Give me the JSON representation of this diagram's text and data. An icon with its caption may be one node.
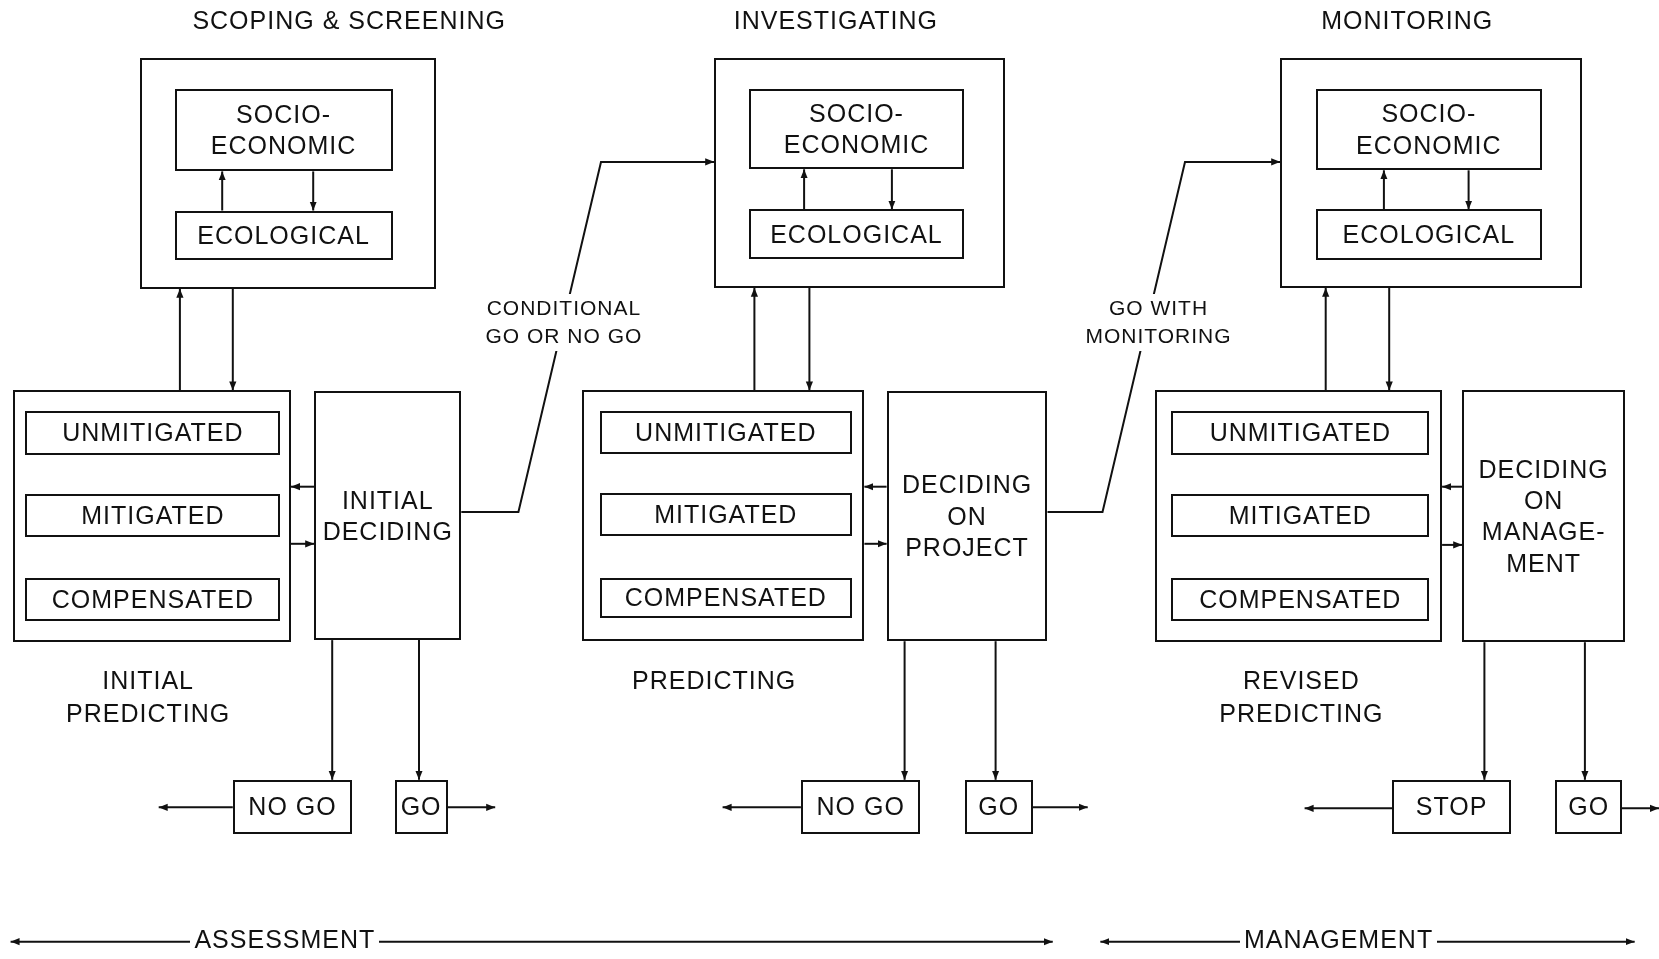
{
  "diagram": {
    "nodes": [
      {
        "text": [
          "SCOPING & SCREENING"
        ]
      },
      {
        "text": [
          "SOCIO- ECONOMIC"
        ],
        "in": 0
      },
      {
        "text": [
          "ECOLOGICAL"
        ],
        "in": 0
      },
      {
        "text": [
          "INITIAL PREDICTING"
        ]
      },
      {
        "text": [
          "UNMITIGATED"
        ],
        "in": 3
      },
      {
        "text": [
          "MITIGATED"
        ],
        "in": 3
      },
      {
        "text": [
          "COMPENSATED"
        ],
        "in": 3
      },
      {
        "text": [
          "INITIAL DECIDING"
        ]
      },
      {
        "text": [
          "NO GO"
        ]
      },
      {
        "text": [
          "GO"
        ]
      },
      {
        "text": [
          "INVESTIGATING"
        ]
      },
      {
        "text": [
          "SOCIO- ECONOMIC"
        ],
        "in": 10
      },
      {
        "text": [
          "ECOLOGICAL"
        ],
        "in": 10
      },
      {
        "text": [
          "PREDICTING"
        ]
      },
      {
        "text": [
          "UNMITIGATED"
        ],
        "in": 13
      },
      {
        "text": [
          "MITIGATED"
        ],
        "in": 13
      },
      {
        "text": [
          "COMPENSATED"
        ],
        "in": 13
      },
      {
        "text": [
          "DECIDING ON PROJECT"
        ]
      },
      {
        "text": [
          "NO GO"
        ]
      },
      {
        "text": [
          "GO"
        ]
      },
      {
        "text": [
          "MONITORING"
        ]
      },
      {
        "text": [
          "SOCIO- ECONOMIC"
        ],
        "in": 20
      },
      {
        "text": [
          "ECOLOGICAL"
        ],
        "in": 20
      },
      {
        "text": [
          "REVISED PREDICTING"
        ]
      },
      {
        "text": [
          "UNMITIGATED"
        ],
        "in": 23
      },
      {
        "text": [
          "MITIGATED"
        ],
        "in": 23
      },
      {
        "text": [
          "COMPENSATED"
        ],
        "in": 23
      },
      {
        "text": [
          "DECIDING ON MANAGE- MENT"
        ]
      },
      {
        "text": [
          "STOP"
        ]
      },
      {
        "text": [
          "GO"
        ]
      }
    ],
    "edges": [
      {
        "from": 2,
        "to": 1,
        "arrow": "to"
      },
      {
        "from": 1,
        "to": 2,
        "arrow": "to"
      },
      {
        "from": 3,
        "to": 0,
        "arrow": "to"
      },
      {
        "from": 0,
        "to": 3,
        "arrow": "to"
      },
      {
        "from": 7,
        "to": 3,
        "arrow": "to"
      },
      {
        "from": 3,
        "to": 7,
        "arrow": "to"
      },
      {
        "from": 7,
        "to": 8,
        "arrow": "to"
      },
      {
        "from": 7,
        "to": 9,
        "arrow": "to"
      },
      {
        "from": 8,
        "to": null,
        "arrow": "to"
      },
      {
        "from": 9,
        "to": null,
        "arrow": "to"
      },
      {
        "from": 7,
        "to": 10,
        "arrow": "to",
        "label": "CONDITIONAL GO OR NO GO"
      },
      {
        "from": 12,
        "to": 11,
        "arrow": "to"
      },
      {
        "from": 11,
        "to": 12,
        "arrow": "to"
      },
      {
        "from": 13,
        "to": 10,
        "arrow": "to"
      },
      {
        "from": 10,
        "to": 13,
        "arrow": "to"
      },
      {
        "from": 17,
        "to": 13,
        "arrow": "to"
      },
      {
        "from": 13,
        "to": 17,
        "arrow": "to"
      },
      {
        "from": 17,
        "to": 18,
        "arrow": "to"
      },
      {
        "from": 17,
        "to": 19,
        "arrow": "to"
      },
      {
        "from": 18,
        "to": null,
        "arrow": "to"
      },
      {
        "from": 19,
        "to": null,
        "arrow": "to"
      },
      {
        "from": 17,
        "to": 20,
        "arrow": "to",
        "label": "GO WITH MONITORING"
      },
      {
        "from": 22,
        "to": 21,
        "arrow": "to"
      },
      {
        "from": 21,
        "to": 22,
        "arrow": "to"
      },
      {
        "from": 23,
        "to": 20,
        "arrow": "to"
      },
      {
        "from": 20,
        "to": 23,
        "arrow": "to"
      },
      {
        "from": 27,
        "to": 23,
        "arrow": "to"
      },
      {
        "from": 23,
        "to": 27,
        "arrow": "to"
      },
      {
        "from": 27,
        "to": 28,
        "arrow": "to"
      },
      {
        "from": 27,
        "to": 29,
        "arrow": "to"
      },
      {
        "from": 28,
        "to": null,
        "arrow": "to"
      },
      {
        "from": 29,
        "to": null,
        "arrow": "to"
      }
    ],
    "labels": [
      "ASSESSMENT",
      "MANAGEMENT"
    ]
  }
}
